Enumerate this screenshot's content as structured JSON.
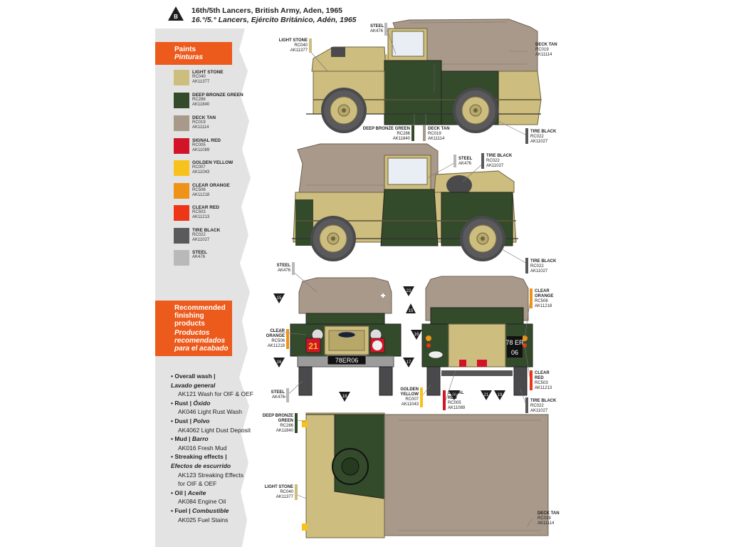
{
  "header": {
    "badge": "B",
    "title_en": "16th/5th Lancers, British Army, Aden, 1965",
    "title_es": "16.°/5.° Lancers, Ejército Británico, Adén, 1965"
  },
  "paints_header": {
    "en": "Paints",
    "es": "Pinturas"
  },
  "paints": [
    {
      "name": "LIGHT STONE",
      "c1": "RC040",
      "c2": "AK11377",
      "color": "#cdbd7e"
    },
    {
      "name": "DEEP BRONZE GREEN",
      "c1": "RC286",
      "c2": "AK11840",
      "color": "#334a2b"
    },
    {
      "name": "DECK TAN",
      "c1": "RC019",
      "c2": "AK11114",
      "color": "#a8998a"
    },
    {
      "name": "SIGNAL RED",
      "c1": "RC005",
      "c2": "AK11089",
      "color": "#d21429"
    },
    {
      "name": "GOLDEN YELLOW",
      "c1": "RC007",
      "c2": "AK11043",
      "color": "#f8c21c"
    },
    {
      "name": "CLEAR ORANGE",
      "c1": "RC506",
      "c2": "AK11218",
      "color": "#ee9218"
    },
    {
      "name": "CLEAR RED",
      "c1": "RC503",
      "c2": "AK11213",
      "color": "#ee3518"
    },
    {
      "name": "TIRE BLACK",
      "c1": "RC022",
      "c2": "AK11027",
      "color": "#5a5a5c"
    },
    {
      "name": "STEEL",
      "c1": "AK476",
      "c2": "",
      "color": "#b9b9b9"
    }
  ],
  "finishing_header": {
    "en": "Recommended finishing products",
    "es": "Productos recomendados para el acabado"
  },
  "finishing": [
    {
      "en": "Overall wash",
      "es": "Lavado general",
      "items": [
        "AK121 Wash for OIF & OEF"
      ]
    },
    {
      "en": "Rust",
      "es": "Óxido",
      "items": [
        "AK046 Light Rust Wash"
      ]
    },
    {
      "en": "Dust",
      "es": "Polvo",
      "items": [
        "AK4062 Light Dust Deposit"
      ]
    },
    {
      "en": "Mud",
      "es": "Barro",
      "items": [
        "AK016 Fresh Mud"
      ]
    },
    {
      "en": "Streaking effects",
      "es": "Efectos de escurrido",
      "items": [
        "AK123 Streaking Effects",
        "for OIF & OEF"
      ]
    },
    {
      "en": "Oil",
      "es": "Aceite",
      "items": [
        "AK084 Engine Oil"
      ]
    },
    {
      "en": "Fuel",
      "es": "Combustible",
      "items": [
        "AK025 Fuel Stains"
      ]
    }
  ],
  "callouts": {
    "steel": {
      "name": "STEEL",
      "c1": "AK476",
      "color": "#b9b9b9"
    },
    "light_stone": {
      "name": "LIGHT STONE",
      "c1": "RC040",
      "c2": "AK11377",
      "color": "#cdbd7e"
    },
    "deck_tan": {
      "name": "DECK TAN",
      "c1": "RC019",
      "c2": "AK11114",
      "color": "#a8998a"
    },
    "deep_bronze_green": {
      "name": "DEEP BRONZE GREEN",
      "c1": "RC286",
      "c2": "AK11840",
      "color": "#334a2b"
    },
    "deep_bronze": {
      "name": "DEEP BRONZE",
      "name2": "GREEN",
      "c1": "RC286",
      "c2": "AK11840",
      "color": "#334a2b"
    },
    "tire_black": {
      "name": "TIRE BLACK",
      "c1": "RC022",
      "c2": "AK11027",
      "color": "#5a5a5c"
    },
    "clear_orange": {
      "name": "CLEAR",
      "name2": "ORANGE",
      "c1": "RC506",
      "c2": "AK11218",
      "color": "#ee9218"
    },
    "clear_red": {
      "name": "CLEAR",
      "name2": "RED",
      "c1": "RC503",
      "c2": "AK11213",
      "color": "#ee3518"
    },
    "golden_yellow": {
      "name": "GOLDEN",
      "name2": "YELLOW",
      "c1": "RC007",
      "c2": "AK11043",
      "color": "#f8c21c"
    },
    "signal_red": {
      "name": "SIGNAL",
      "name2": "RED",
      "c1": "RC005",
      "c2": "AK11089",
      "color": "#d21429"
    }
  },
  "markers": [
    "15",
    "16",
    "17",
    "18",
    "19",
    "20",
    "21",
    "22"
  ],
  "plates": {
    "front": "78ER06",
    "rear_top": "78 ER",
    "rear_bottom": "06",
    "unit": "21"
  }
}
